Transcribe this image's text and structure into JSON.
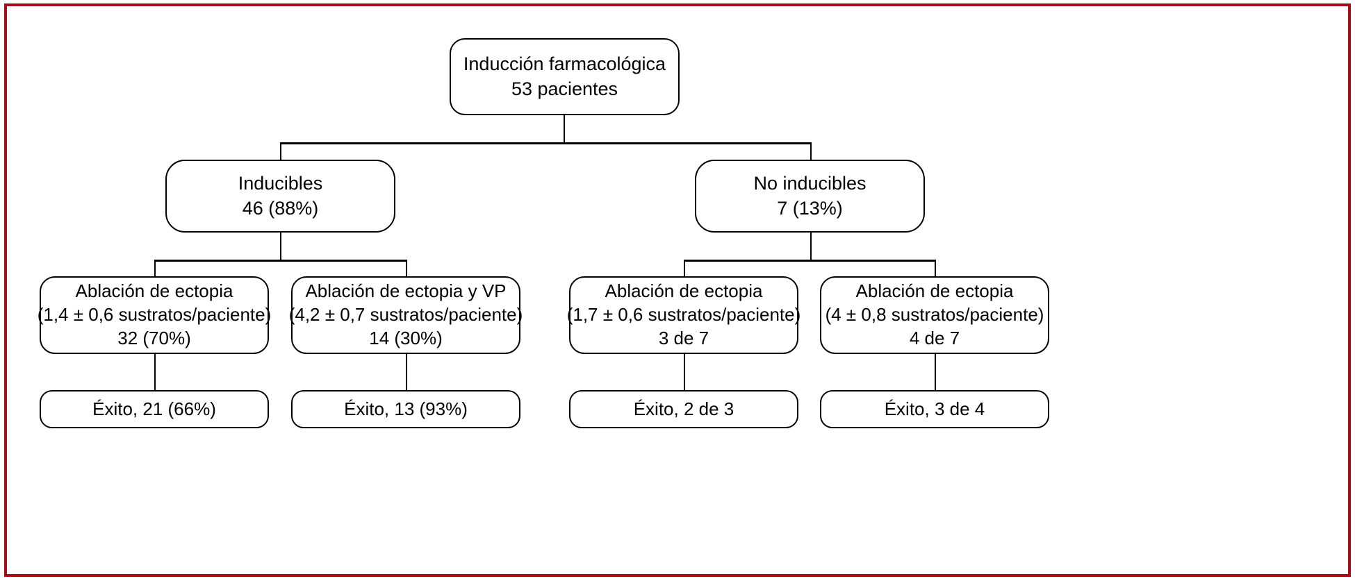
{
  "figure": {
    "border_color": "#A80C18",
    "line_color": "#000000",
    "background": "#ffffff"
  },
  "chart_data": {
    "type": "diagram",
    "subtype": "flowchart-tree",
    "title": "",
    "orientation": "top-down",
    "nodes": [
      {
        "id": "root",
        "level": 1,
        "lines": [
          "Inducción farmacológica",
          "53 pacientes"
        ],
        "count": 53
      },
      {
        "id": "inducibles",
        "level": 2,
        "parent": "root",
        "lines": [
          "Inducibles",
          "46 (88%)"
        ],
        "count": 46,
        "percent": 88
      },
      {
        "id": "no-inducibles",
        "level": 2,
        "parent": "root",
        "lines": [
          "No inducibles",
          "7 (13%)"
        ],
        "count": 7,
        "percent": 13
      },
      {
        "id": "abl-ectopia-1",
        "level": 3,
        "parent": "inducibles",
        "lines": [
          "Ablación de ectopia",
          "(1,4 ± 0,6 sustratos/paciente)",
          "32 (70%)"
        ],
        "count": 32,
        "percent": 70,
        "substrates_mean": 1.4,
        "substrates_sd": 0.6
      },
      {
        "id": "abl-ectopia-vp",
        "level": 3,
        "parent": "inducibles",
        "lines": [
          "Ablación de ectopia y VP",
          "(4,2 ± 0,7 sustratos/paciente)",
          "14 (30%)"
        ],
        "count": 14,
        "percent": 30,
        "substrates_mean": 4.2,
        "substrates_sd": 0.7
      },
      {
        "id": "abl-ectopia-2",
        "level": 3,
        "parent": "no-inducibles",
        "lines": [
          "Ablación de ectopia",
          "(1,7 ± 0,6 sustratos/paciente)",
          "3 de 7"
        ],
        "count": 3,
        "total": 7,
        "substrates_mean": 1.7,
        "substrates_sd": 0.6
      },
      {
        "id": "abl-ectopia-3",
        "level": 3,
        "parent": "no-inducibles",
        "lines": [
          "Ablación de ectopia",
          "(4 ± 0,8 sustratos/paciente)",
          "4 de 7"
        ],
        "count": 4,
        "total": 7,
        "substrates_mean": 4,
        "substrates_sd": 0.8
      },
      {
        "id": "exito-1",
        "level": 4,
        "parent": "abl-ectopia-1",
        "lines": [
          "Éxito, 21 (66%)"
        ],
        "count": 21,
        "percent": 66
      },
      {
        "id": "exito-2",
        "level": 4,
        "parent": "abl-ectopia-vp",
        "lines": [
          "Éxito, 13 (93%)"
        ],
        "count": 13,
        "percent": 93
      },
      {
        "id": "exito-3",
        "level": 4,
        "parent": "abl-ectopia-2",
        "lines": [
          "Éxito, 2 de 3"
        ],
        "count": 2,
        "total": 3
      },
      {
        "id": "exito-4",
        "level": 4,
        "parent": "abl-ectopia-3",
        "lines": [
          "Éxito, 3 de 4"
        ],
        "count": 3,
        "total": 4
      }
    ]
  },
  "nodes": {
    "root": {
      "line1": "Inducción farmacológica",
      "line2": "53 pacientes"
    },
    "inducibles": {
      "line1": "Inducibles",
      "line2": "46 (88%)"
    },
    "no_inducibles": {
      "line1": "No inducibles",
      "line2": "7 (13%)"
    },
    "abl_ectopia_1": {
      "line1": "Ablación de ectopia",
      "line2": "(1,4 ± 0,6 sustratos/paciente)",
      "line3": "32 (70%)"
    },
    "abl_ectopia_vp": {
      "line1": "Ablación de ectopia y VP",
      "line2": "(4,2 ± 0,7 sustratos/paciente)",
      "line3": "14 (30%)"
    },
    "abl_ectopia_2": {
      "line1": "Ablación de ectopia",
      "line2": "(1,7 ± 0,6 sustratos/paciente)",
      "line3": "3 de 7"
    },
    "abl_ectopia_3": {
      "line1": "Ablación de ectopia",
      "line2": "(4 ± 0,8 sustratos/paciente)",
      "line3": "4 de 7"
    },
    "exito_1": {
      "line1": "Éxito, 21 (66%)"
    },
    "exito_2": {
      "line1": "Éxito, 13 (93%)"
    },
    "exito_3": {
      "line1": "Éxito, 2 de 3"
    },
    "exito_4": {
      "line1": "Éxito, 3 de 4"
    }
  }
}
